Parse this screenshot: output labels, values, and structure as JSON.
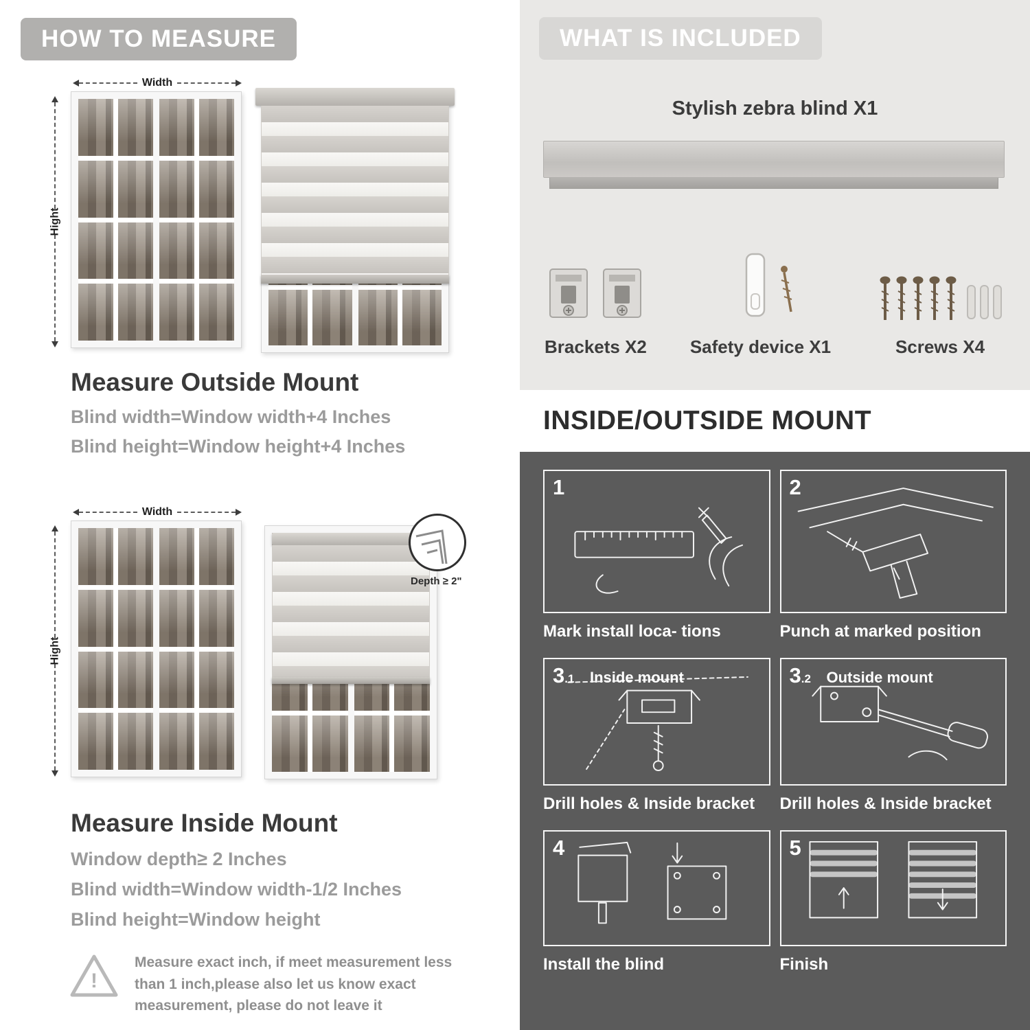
{
  "left": {
    "header": "HOW TO MEASURE",
    "outside": {
      "width_label": "Width",
      "height_label": "Hight",
      "title": "Measure Outside Mount",
      "line1": "Blind width=Window width+4 Inches",
      "line2": "Blind height=Window height+4 Inches"
    },
    "inside": {
      "width_label": "Width",
      "height_label": "Hight",
      "depth_label": "Depth ≥ 2\"",
      "title": "Measure Inside Mount",
      "line1": "Window depth≥ 2 Inches",
      "line2": "Blind width=Window width-1/2 Inches",
      "line3": "Blind height=Window height"
    },
    "warning": {
      "exclamation": "!",
      "text": "Measure exact inch, if meet measurement less than 1 inch,please also let us know exact measurement, please do not leave it"
    }
  },
  "right": {
    "included": {
      "header": "WHAT IS INCLUDED",
      "blind_label": "Stylish zebra blind X1",
      "brackets_label": "Brackets X2",
      "safety_label": "Safety device X1",
      "screws_label": "Screws X4"
    },
    "mount": {
      "header": "INSIDE/OUTSIDE MOUNT",
      "steps": [
        {
          "num": "1",
          "sub": "",
          "label": "",
          "caption": "Mark install loca- tions"
        },
        {
          "num": "2",
          "sub": "",
          "label": "",
          "caption": "Punch at marked position"
        },
        {
          "num": "3",
          "sub": ".1",
          "label": "Inside mount",
          "caption": "Drill holes & Inside bracket"
        },
        {
          "num": "3",
          "sub": ".2",
          "label": "Outside mount",
          "caption": "Drill holes & Inside bracket"
        },
        {
          "num": "4",
          "sub": "",
          "label": "",
          "caption": "Install the blind"
        },
        {
          "num": "5",
          "sub": "",
          "label": "",
          "caption": "Finish"
        }
      ]
    }
  },
  "icons": {
    "warning": "warning-triangle",
    "depth": "depth-magnifier-circle",
    "arrows": "measurement-dashed-arrows"
  },
  "colors": {
    "light_panel": "#e9e8e6",
    "dark_panel": "#5b5b5b",
    "pill_gray": "#b1b0ae",
    "heading_text": "#3a3a3a",
    "muted_text": "#9b9b9b"
  }
}
